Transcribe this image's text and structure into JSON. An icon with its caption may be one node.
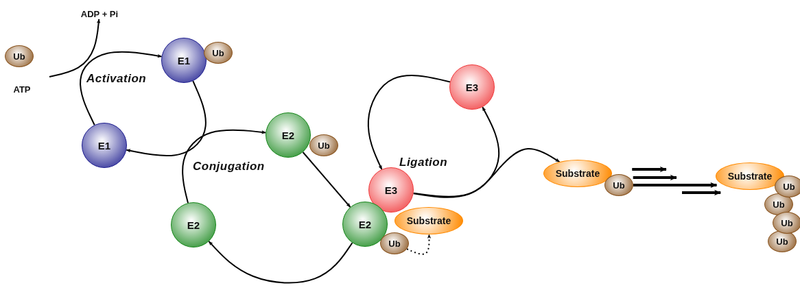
{
  "diagram": {
    "nodes": [
      {
        "text": [
          "ADP + Pi"
        ]
      },
      {
        "text": [
          "Ub"
        ]
      },
      {
        "text": [
          "E1"
        ]
      },
      {
        "text": [
          "Ub"
        ]
      },
      {
        "text": [
          "ATP"
        ]
      },
      {
        "text": [
          "E1"
        ]
      },
      {
        "text": [
          "E2"
        ]
      },
      {
        "text": [
          "Ub"
        ]
      },
      {
        "text": [
          "E3"
        ]
      },
      {
        "text": [
          "E3"
        ]
      },
      {
        "text": [
          "E2"
        ]
      },
      {
        "text": [
          "Substrate"
        ]
      },
      {
        "text": [
          "Ub"
        ]
      },
      {
        "text": [
          "Substrate"
        ]
      },
      {
        "text": [
          "Ub"
        ]
      },
      {
        "text": [
          "Substrate"
        ]
      },
      {
        "text": [
          "Ub"
        ]
      },
      {
        "text": [
          "Ub"
        ]
      },
      {
        "text": [
          "Ub"
        ]
      },
      {
        "text": [
          "Ub"
        ]
      },
      {
        "text": [
          "E2"
        ]
      }
    ],
    "edges": [
      {
        "from": null,
        "to": 0,
        "arrow": "to"
      },
      {
        "from": 5,
        "to": 2,
        "arrow": "to"
      },
      {
        "from": 2,
        "to": 5,
        "arrow": "to"
      },
      {
        "from": 20,
        "to": 6,
        "arrow": "to"
      },
      {
        "from": 6,
        "to": 10,
        "arrow": "to"
      },
      {
        "from": 10,
        "to": 20,
        "arrow": "to"
      },
      {
        "from": 8,
        "to": 9,
        "arrow": "to"
      },
      {
        "from": 9,
        "to": 8,
        "arrow": "to"
      },
      {
        "from": 9,
        "to": 13,
        "arrow": "to"
      },
      {
        "from": 12,
        "to": 11,
        "arrow": "to",
        "style": "dashed"
      },
      {
        "from": 14,
        "to": null,
        "arrow": "to",
        "style": "thick"
      },
      {
        "from": 14,
        "to": null,
        "arrow": "to",
        "style": "thick"
      },
      {
        "from": 14,
        "to": 15,
        "arrow": "to",
        "style": "thick"
      },
      {
        "from": null,
        "to": 15,
        "arrow": "to",
        "style": "thick"
      }
    ],
    "labels": [
      "Activation",
      "Conjugation",
      "Ligation"
    ]
  }
}
